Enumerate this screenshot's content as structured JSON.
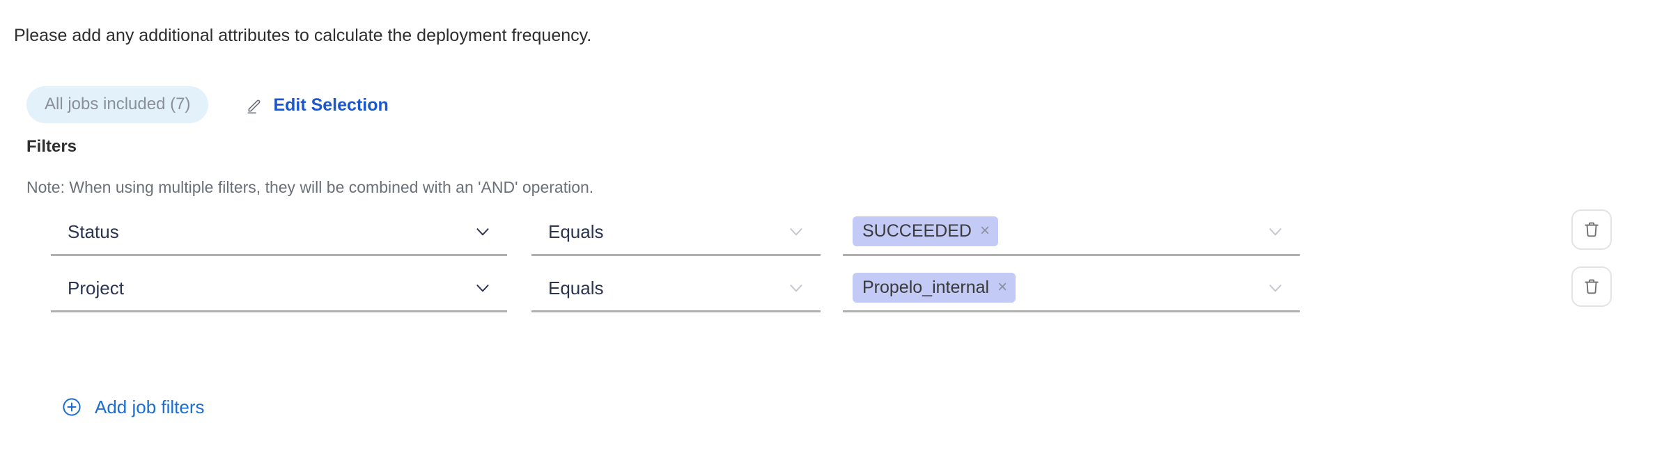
{
  "intro": {
    "text": "Please add any additional attributes to calculate the deployment frequency."
  },
  "selection": {
    "chip_label": "All jobs included (7)",
    "edit_label": "Edit Selection",
    "pencil_icon": "pencil-icon",
    "chip_bg": "#e3f1fb",
    "chip_text_color": "#8a8f98",
    "link_color": "#1a56cc"
  },
  "filters": {
    "heading": "Filters",
    "note": "Note: When using multiple filters, they will be combined with an 'AND' operation.",
    "rows": [
      {
        "attribute": "Status",
        "operator": "Equals",
        "values": [
          {
            "label": "SUCCEEDED",
            "close": "×"
          }
        ],
        "delete_icon": "trash-icon"
      },
      {
        "attribute": "Project",
        "operator": "Equals",
        "values": [
          {
            "label": "Propelo_internal",
            "close": "×"
          }
        ],
        "delete_icon": "trash-icon"
      }
    ],
    "chip_bg": "#c3caf5",
    "underline_color": "#b0b0b0"
  },
  "add_filters": {
    "label": "Add job filters",
    "icon": "plus-circle-icon",
    "color": "#1a6fd4"
  }
}
